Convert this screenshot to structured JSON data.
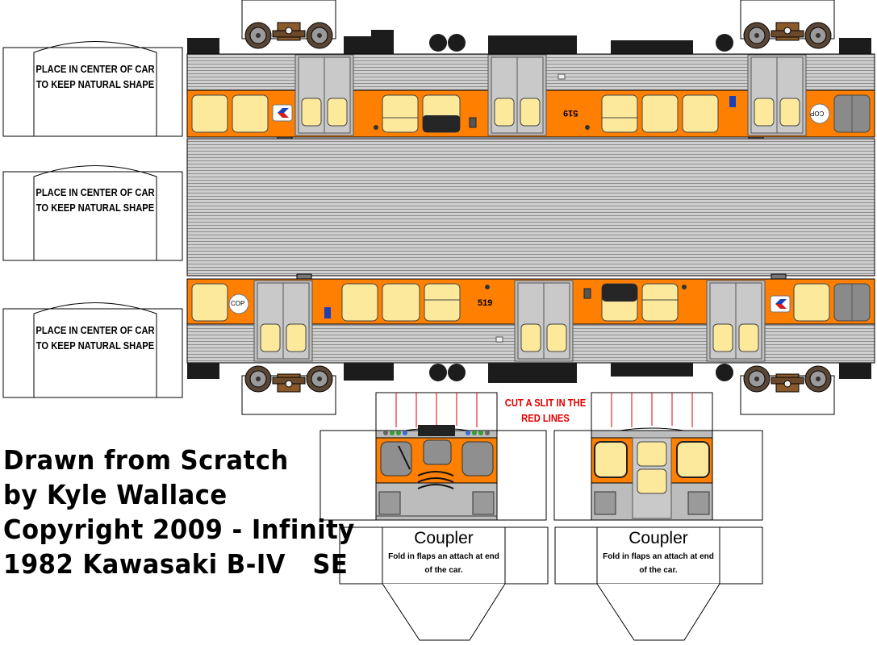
{
  "templates": {
    "line1": "PLACE IN CENTER OF CAR",
    "line2": "TO KEEP NATURAL SHAPE"
  },
  "car_number": "519",
  "cop_label": "COP",
  "cut_instruction": {
    "line1": "CUT A SLIT IN THE",
    "line2": "RED LINES"
  },
  "coupler": {
    "title": "Coupler",
    "line1": "Fold in flaps an attach at end",
    "line2": "of the car."
  },
  "credits": {
    "line1": "Drawn from Scratch",
    "line2": "by Kyle Wallace",
    "line3": "Copyright 2009 - Infinity",
    "line4": "1982 Kawasaki B-IV   SE"
  },
  "colors": {
    "body_orange": "#ff7f00",
    "roof_gray": "#c4c4c4",
    "window_cream": "#fde99c",
    "cut_line_red": "#e00000"
  },
  "icons": [
    "septa-logo",
    "truck-wheelset",
    "light-indicator"
  ]
}
